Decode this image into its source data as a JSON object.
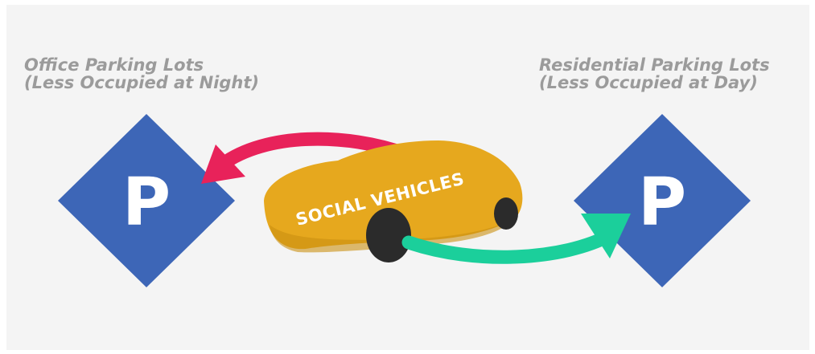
{
  "left_lot": {
    "title_line1": "Office Parking Lots",
    "title_line2": "(Less Occupied at Night)",
    "sign_letter": "P"
  },
  "right_lot": {
    "title_line1": "Residential Parking Lots",
    "title_line2": "(Less Occupied at Day)",
    "sign_letter": "P"
  },
  "vehicle": {
    "label": "SOCIAL VEHICLES"
  },
  "colors": {
    "background": "#f4f4f4",
    "sign_fill": "#3d66b7",
    "car_body": "#e6a81e",
    "arrow_to_office": "#e8225a",
    "arrow_to_residential": "#1bcf9b",
    "label_text": "#9b9b9b"
  }
}
